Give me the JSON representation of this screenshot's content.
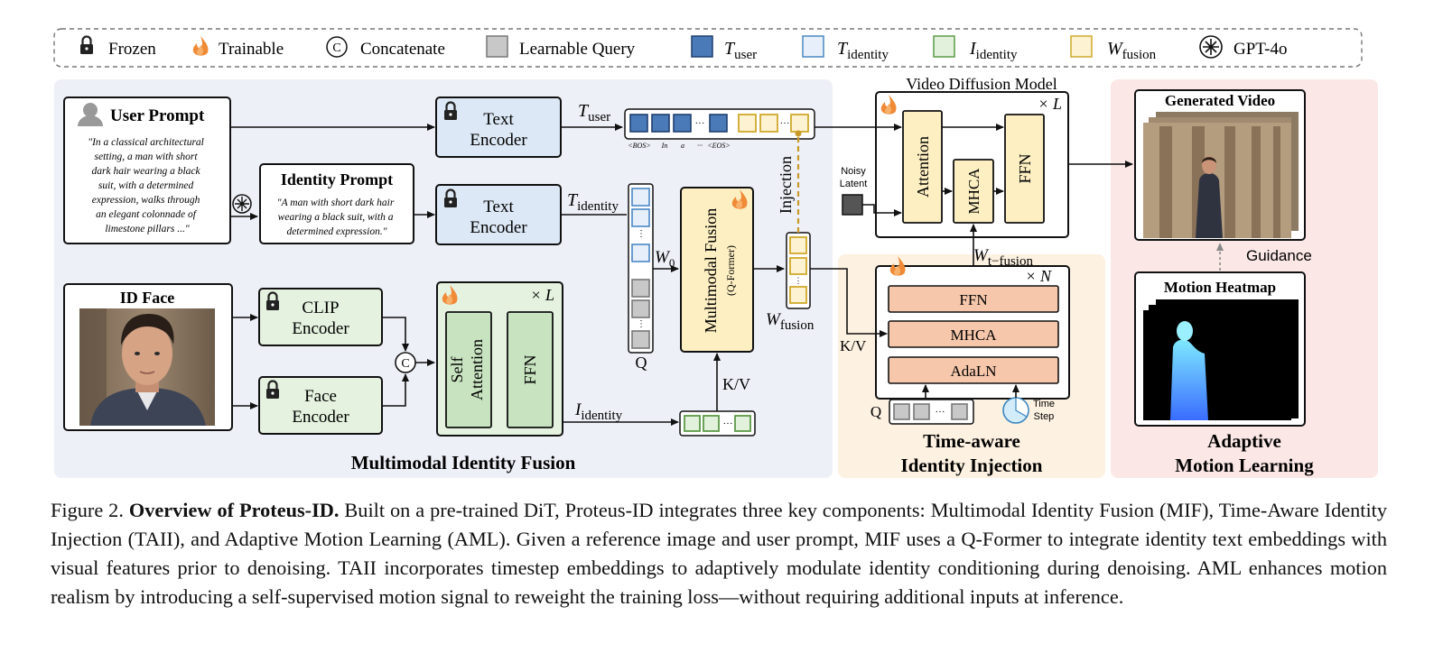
{
  "legend": {
    "frozen": "Frozen",
    "trainable": "Trainable",
    "concatenate": "Concatenate",
    "concat_symbol": "C",
    "learnable_query": "Learnable Query",
    "t_user": {
      "base": "T",
      "sub": "user"
    },
    "t_identity": {
      "base": "T",
      "sub": "identity"
    },
    "i_identity": {
      "base": "I",
      "sub": "identity"
    },
    "w_fusion": {
      "base": "W",
      "sub": "fusion"
    },
    "gpt": "GPT-4o"
  },
  "mif": {
    "title": "Multimodal Identity Fusion",
    "user_prompt": {
      "title": "User Prompt",
      "lines": [
        "\"In a classical architectural",
        "setting, a man with short",
        "dark hair wearing a black",
        "suit, with a determined",
        "expression, walks through",
        "an elegant colonnade of",
        "limestone pillars ...\""
      ]
    },
    "identity_prompt": {
      "title": "Identity Prompt",
      "lines": [
        "\"A man with short dark hair",
        "wearing a black suit, with a",
        "determined expression.\""
      ]
    },
    "id_face": {
      "title": "ID Face"
    },
    "text_encoder_1": [
      "Text",
      "Encoder"
    ],
    "text_encoder_2": [
      "Text",
      "Encoder"
    ],
    "clip_encoder": [
      "CLIP",
      "Encoder"
    ],
    "face_encoder": [
      "Face",
      "Encoder"
    ],
    "self_attention": [
      "Self",
      "Attention"
    ],
    "ffn": "FFN",
    "times_l": "× L",
    "t_user_label": {
      "base": "T",
      "sub": "user"
    },
    "t_identity_label": {
      "base": "T",
      "sub": "identity"
    },
    "i_identity_label": {
      "base": "I",
      "sub": "identity"
    },
    "w0_label": {
      "base": "W",
      "sub": "0"
    },
    "w_fusion_label": {
      "base": "W",
      "sub": "fusion"
    },
    "q_label": "Q",
    "kv_label": "K/V",
    "injection": "Injection",
    "fusion_block": {
      "line1": "Multimodal Fusion",
      "line2": "(Q-Former)"
    },
    "token_labels": [
      "<BOS>",
      "In",
      "a",
      "···",
      "<EOS>"
    ],
    "dots": "···"
  },
  "vdm": {
    "title": "Video Diffusion Model",
    "times_l": "× L",
    "noisy_latent": [
      "Noisy",
      "Latent"
    ],
    "attention": "Attention",
    "mhca": "MHCA",
    "ffn": "FFN",
    "w_t_fusion": {
      "base": "W",
      "sub": "t−fusion"
    }
  },
  "taii": {
    "title_line1": "Time-aware",
    "title_line2": "Identity Injection",
    "times_n": "× N",
    "ffn": "FFN",
    "mhca": "MHCA",
    "adaln": "AdaLN",
    "kv_label": "K/V",
    "q_label": "Q",
    "time_step": [
      "Time",
      "Step"
    ]
  },
  "aml": {
    "generated_video": "Generated Video",
    "guidance": "Guidance",
    "motion_heatmap": "Motion Heatmap",
    "title_line1": "Adaptive",
    "title_line2": "Motion Learning"
  },
  "caption": {
    "label": "Figure 2.",
    "bold_title": "Overview of Proteus-ID.",
    "text": "Built on a pre-trained DiT, Proteus-ID integrates three key components: Multimodal Identity Fusion (MIF), Time-Aware Identity Injection (TAII), and Adaptive Motion Learning (AML). Given a reference image and user prompt, MIF uses a Q-Former to integrate identity text embeddings with visual features prior to denoising. TAII incorporates timestep embeddings to adaptively modulate identity conditioning during denoising. AML enhances motion realism by introducing a self-supervised motion signal to reweight the training loss—without requiring additional inputs at inference."
  },
  "colors": {
    "mif_bg": "#eef0f7",
    "taii_bg": "#fdf1e1",
    "aml_bg": "#fbe8e6",
    "frozen_blue": "#dce8f5",
    "trainable_green": "#c8e3c0",
    "light_green": "#e4f2df",
    "fusion_yellow": "#fdefc2",
    "salmon": "#f6c7ab",
    "token_user": "#4a7ab8",
    "token_identity": "#7aa9d6",
    "token_iidentity": "#5c9a47",
    "token_wfusion": "#d0a92c",
    "flame": "#f08a36"
  }
}
